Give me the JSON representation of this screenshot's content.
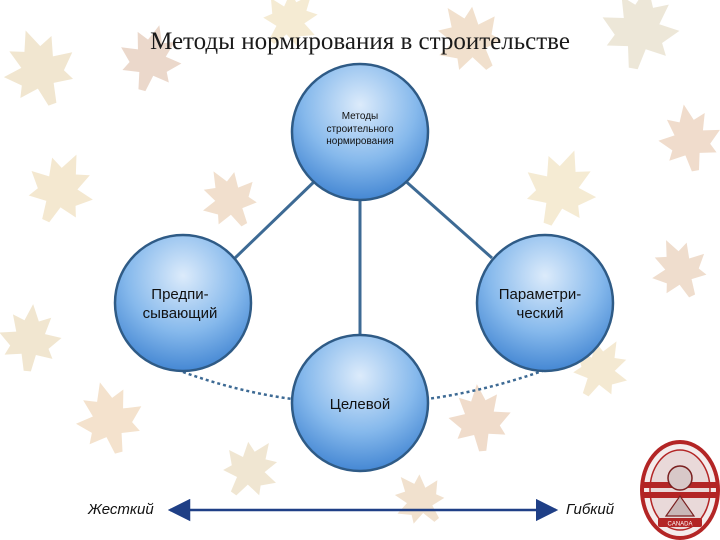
{
  "title": "Методы нормирования в строительстве",
  "nodes": {
    "top": "Методы\nстроительного\nнормирования",
    "left": "Предпи-\nсывающий",
    "right": "Параметри-\nческий",
    "center": "Целевой"
  },
  "scale": {
    "left_label": "Жесткий",
    "right_label": "Гибкий"
  },
  "emblem": {
    "banner_text": "CANADA"
  },
  "colors": {
    "circle_light": "#dcebfb",
    "circle_mid": "#86b9ec",
    "circle_dark": "#3a7fcf",
    "circle_border": "#2f5b86",
    "connector": "#3d6a94",
    "arrow": "#1f3f86",
    "emblem_red": "#b32525"
  }
}
